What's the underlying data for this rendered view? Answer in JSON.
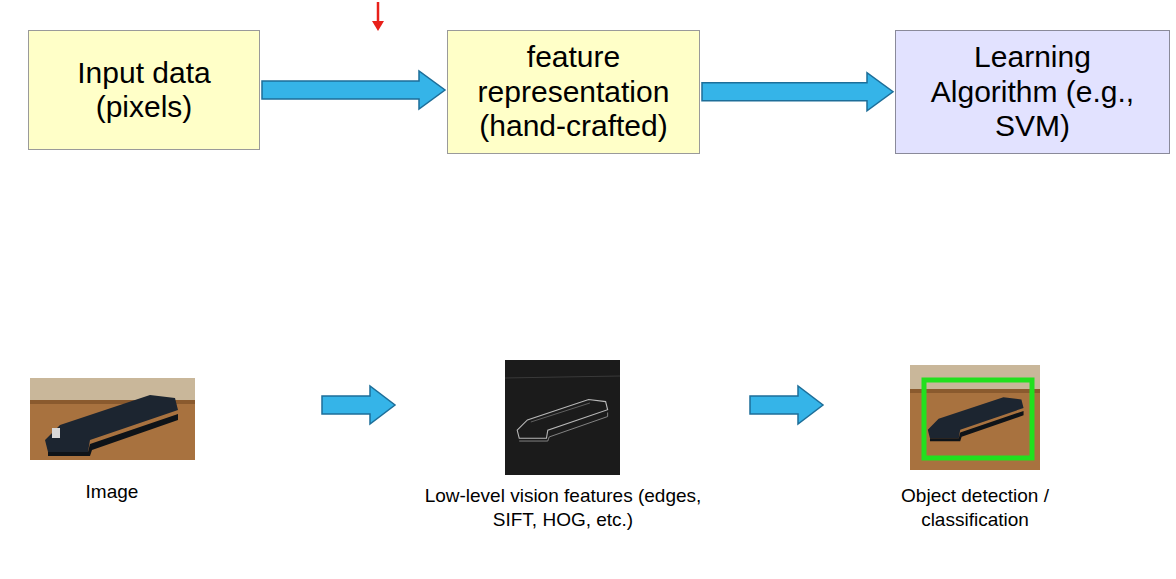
{
  "diagram": {
    "nodes": [
      {
        "text": [
          "Input data (pixels)"
        ]
      },
      {
        "text": [
          "feature representation (hand-crafted)"
        ]
      },
      {
        "text": [
          "Learning Algorithm (e.g., SVM)"
        ]
      }
    ],
    "edges": [
      {
        "from": 0,
        "to": 1,
        "arrow": "to"
      },
      {
        "from": 1,
        "to": 2,
        "arrow": "to"
      }
    ],
    "labels": [
      "Image",
      "Low-level vision features (edges, SIFT, HOG, etc.)",
      "Object detection / classification"
    ]
  }
}
